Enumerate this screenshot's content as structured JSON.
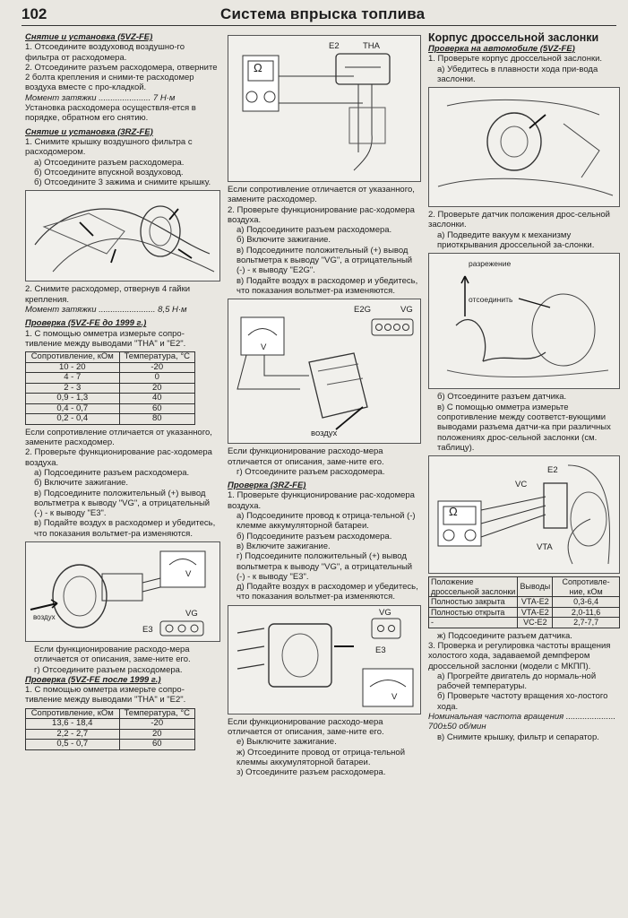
{
  "header": {
    "page_number": "102",
    "title": "Система впрыска топлива"
  },
  "col1": {
    "s1_title": "Снятие и установка (5VZ-FE)",
    "s1_l1": "1. Отсоедините воздуховод воздушно-го фильтра от расходомера.",
    "s1_l2": "2. Отсоедините разъем расходомера, отверните 2 болта крепления и сними-те расходомер воздуха вместе с про-кладкой.",
    "s1_torque": "Момент затяжки ...................... 7 Н·м",
    "s1_l3": "Установка расходомера осуществля-ется в порядке, обратном его снятию.",
    "s2_title": "Снятие и установка (3RZ-FE)",
    "s2_l1": "1. Снимите крышку воздушного фильтра с расходомером.",
    "s2_a": "а) Отсоедините разъем расходомера.",
    "s2_b": "б) Отсоедините впускной воздуховод.",
    "s2_c": "б) Отсоедините 3 зажима и снимите крышку.",
    "s2_l2": "2. Снимите расходомер, отвернув 4 гайки крепления.",
    "s2_torque": "Момент затяжки ........................ 8,5 Н·м",
    "s3_title": "Проверка (5VZ-FE до 1999 г.)",
    "s3_l1": "1. С помощью омметра измерьте сопро-тивление между выводами \"THA\" и \"E2\".",
    "t1_h1": "Сопротивление, кОм",
    "t1_h2": "Температура, °С",
    "t1_rows": [
      [
        "10 - 20",
        "-20"
      ],
      [
        "4 - 7",
        "0"
      ],
      [
        "2 - 3",
        "20"
      ],
      [
        "0,9 - 1,3",
        "40"
      ],
      [
        "0,4 - 0,7",
        "60"
      ],
      [
        "0,2 - 0,4",
        "80"
      ]
    ],
    "s3_l2": "Если сопротивление отличается от указанного, замените расходомер.",
    "s3_l3": "2. Проверьте функционирование рас-ходомера воздуха.",
    "s3_a": "а) Подсоедините разъем расходомера.",
    "s3_b": "б) Включите зажигание.",
    "s3_c": "в) Подсоедините положительный (+) вывод вольтметра к выводу \"VG\", а отрицательный (-) - к выводу \"E3\".",
    "s3_d": "в) Подайте воздух в расходомер и убедитесь, что показания вольтмет-ра изменяются.",
    "fig3_vozduh": "воздух",
    "fig3_vg": "VG",
    "fig3_e3": "E3",
    "fig3_v": "V",
    "s3_l4": "Если функционирование расходо-мера отличается от описания, заме-ните его.",
    "s3_e": "г) Отсоедините разъем расходомера.",
    "s4_title": "Проверка (5VZ-FE после 1999 г.)",
    "s4_l1": "1. С помощью омметра измерьте сопро-тивление между выводами \"THA\" и \"E2\".",
    "t2_h1": "Сопротивление, кОм",
    "t2_h2": "Температура, °С",
    "t2_rows": [
      [
        "13,6 - 18,4",
        "-20"
      ],
      [
        "2,2 - 2,7",
        "20"
      ],
      [
        "0,5 - 0,7",
        "60"
      ]
    ]
  },
  "col2": {
    "fig1_e2": "E2",
    "fig1_tha": "THA",
    "fig1_ohm": "Ω",
    "l1": "Если сопротивление отличается от указанного, замените расходомер.",
    "l2": "2. Проверьте функционирование рас-ходомера воздуха.",
    "a": "а) Подсоедините разъем расходомера.",
    "b": "б) Включите зажигание.",
    "c": "в) Подсоедините положительный (+) вывод вольтметра к выводу \"VG\", а отрицательный (-) - к выводу \"E2G\".",
    "d": "в) Подайте воздух в расходомер и убедитесь, что показания вольтмет-ра изменяются.",
    "fig2_e2g": "E2G",
    "fig2_vg": "VG",
    "fig2_vozduh": "воздух",
    "fig2_v": "V",
    "l3": "Если функционирование расходо-мера отличается от описания, заме-ните его.",
    "e": "г) Отсоедините разъем расходомера.",
    "s_title": "Проверка (3RZ-FE)",
    "s_l1": "1. Проверьте функционирование рас-ходомера воздуха.",
    "s_a": "а) Подсоедините провод к отрица-тельной (-) клемме аккумуляторной батареи.",
    "s_b": "б) Подсоедините разъем расходомера.",
    "s_c": "в) Включите зажигание.",
    "s_d": "г) Подсоедините положительный (+) вывод вольтметра к выводу \"VG\", а отрицательный (-) - к выводу \"E3\".",
    "s_e": "д) Подайте воздух в расходомер и убедитесь, что показания вольтмет-ра изменяются.",
    "fig3_vg": "VG",
    "fig3_e3": "E3",
    "fig3_v": "V",
    "l4": "Если функционирование расходо-мера отличается от описания, заме-ните его.",
    "f": "е) Выключите зажигание.",
    "g": "ж) Отсоедините провод от отрица-тельной клеммы аккумуляторной батареи.",
    "h": "з) Отсоедините разъем расходомера."
  },
  "col3": {
    "title": "Корпус дроссельной заслонки",
    "s1_title": "Проверка на автомобиле (5VZ-FE)",
    "l1": "1. Проверьте корпус дроссельной заслонки.",
    "a": "а) Убедитесь в плавности хода при-вода заслонки.",
    "l2": "2. Проверьте датчик положения дрос-сельной заслонки.",
    "b": "а) Подведите вакуум к механизму приоткрывания дроссельной за-слонки.",
    "fig2_razr": "разрежение",
    "fig2_otsoed": "отсоединить",
    "c": "б) Отсоедините разъем датчика.",
    "d": "в) С помощью омметра измерьте сопротивление между соответст-вующими выводами разъема датчи-ка при различных положениях дрос-сельной заслонки (см. таблицу).",
    "fig3_e2": "E2",
    "fig3_vc": "VC",
    "fig3_vta": "VTA",
    "fig3_ohm": "Ω",
    "t_h1": "Положение дроссельной заслонки",
    "t_h2": "Выводы",
    "t_h3": "Сопротивле-ние, кОм",
    "t_rows": [
      [
        "Полностью закрыта",
        "VTA-E2",
        "0,3-6,4"
      ],
      [
        "Полностью открыта",
        "VTA-E2",
        "2,0-11,6"
      ],
      [
        "-",
        "VC-E2",
        "2,7-7,7"
      ]
    ],
    "e": "ж) Подсоедините разъем датчика.",
    "l3": "3. Проверка и регулировка частоты вращения холостого хода, задаваемой демпфером дроссельной заслонки (модели с МКПП).",
    "f": "а) Прогрейте двигатель до нормаль-ной рабочей температуры.",
    "g": "б) Проверьте частоту вращения хо-лостого хода.",
    "nom": "Номинальная частота вращения ..................... 700±50 об/мин",
    "h": "в) Снимите крышку, фильтр и сепаратор."
  }
}
